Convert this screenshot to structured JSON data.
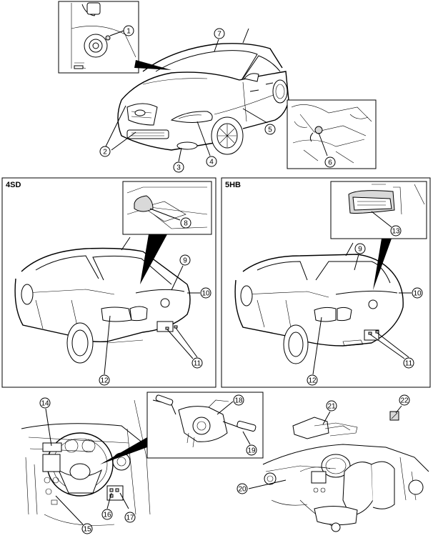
{
  "panels": {
    "sedan_label": "4SD",
    "hatch_label": "5HB"
  },
  "callouts": {
    "c1": "1",
    "c2": "2",
    "c3": "3",
    "c4": "4",
    "c5": "5",
    "c6": "6",
    "c7": "7",
    "c8": "8",
    "c9": "9",
    "c10": "10",
    "c11": "11",
    "c12": "12",
    "c13": "13",
    "c14": "14",
    "c15": "15",
    "c16": "16",
    "c17": "17",
    "c18": "18",
    "c19": "19",
    "c20": "20",
    "c21": "21",
    "c22": "22"
  }
}
